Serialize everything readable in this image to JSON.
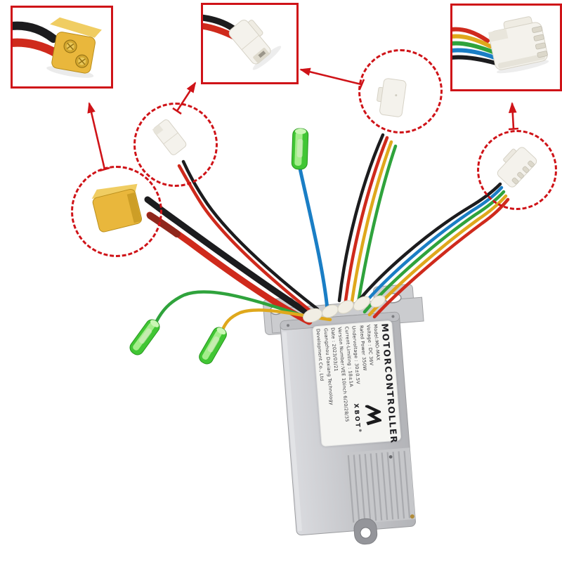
{
  "label": {
    "title": "MOTORCONTROLLER",
    "specs": [
      "Model:MO-MAX",
      "Voltage : DC 36V",
      "Rated Power 350W",
      "Undervoltage : 30±0.5V",
      "Current-Limiting : 18±1A",
      "Version Number:VEE 10inch 6/20/28/35",
      "Date : 2023/03/21",
      "Guangzhou Daxiang Technology",
      "Development Co., Ltd"
    ],
    "brand": "XBOT",
    "registered_mark": "®"
  },
  "colors": {
    "highlight_red": "#cf1318",
    "wire_red": "#cf2a1c",
    "wire_dark_red": "#8f271c",
    "wire_black": "#1c1c1e",
    "wire_yellow": "#dfa81c",
    "wire_green": "#2fa33c",
    "wire_blue": "#1a7ec5",
    "xt60_yellow": "#e9b73c",
    "xt60_yellow_light": "#f0cd62",
    "connector_white": "#f4f2ec",
    "terminal_green": "#41c634",
    "case_silver": "#c9cacd",
    "label_white": "#f5f5f2"
  },
  "callouts": {
    "insets": [
      "yellow-xt60-connector-closeup",
      "white-2pin-connector-closeup",
      "white-5pin-connector-closeup"
    ],
    "circles": [
      "yellow-xt60-connector",
      "white-2pin-connector",
      "white-multipin-connector-upper",
      "white-multipin-connector-right"
    ]
  }
}
